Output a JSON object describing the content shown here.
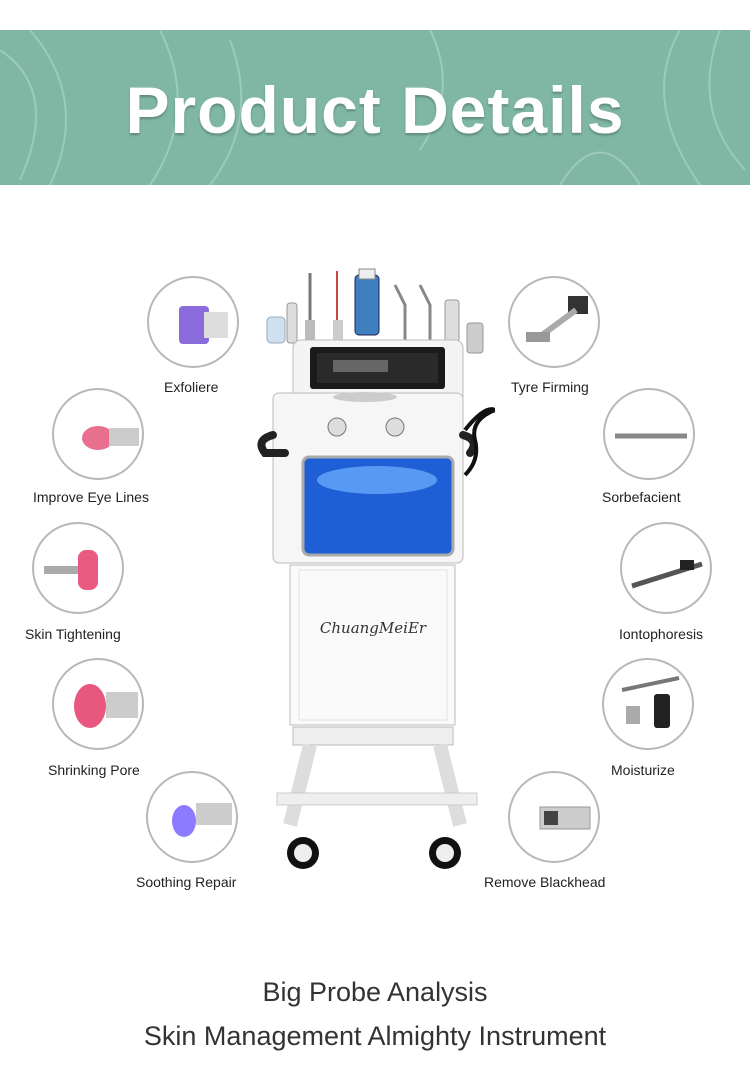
{
  "header": {
    "title": "Product Details",
    "bg_color": "#7fb6a4"
  },
  "machine": {
    "brand": "ChuangMeiEr"
  },
  "features_left": [
    {
      "label": "Exfoliere",
      "icon": "exfoliation-probe-icon"
    },
    {
      "label": "Improve Eye Lines",
      "icon": "eye-lines-probe-icon"
    },
    {
      "label": "Skin Tightening",
      "icon": "skin-tightening-probe-icon"
    },
    {
      "label": "Shrinking Pore",
      "icon": "pore-shrinking-probe-icon"
    },
    {
      "label": "Soothing Repair",
      "icon": "soothing-repair-probe-icon"
    }
  ],
  "features_right": [
    {
      "label": "Tyre Firming",
      "icon": "firming-roller-icon"
    },
    {
      "label": "Sorbefacient",
      "icon": "sorbefacient-wand-icon"
    },
    {
      "label": "Iontophoresis",
      "icon": "iontophoresis-pen-icon"
    },
    {
      "label": "Moisturize",
      "icon": "spray-gun-icon"
    },
    {
      "label": "Remove Blackhead",
      "icon": "blackhead-probe-icon"
    }
  ],
  "footer": {
    "line1": "Big Probe Analysis",
    "line2": "Skin Management Almighty Instrument"
  }
}
